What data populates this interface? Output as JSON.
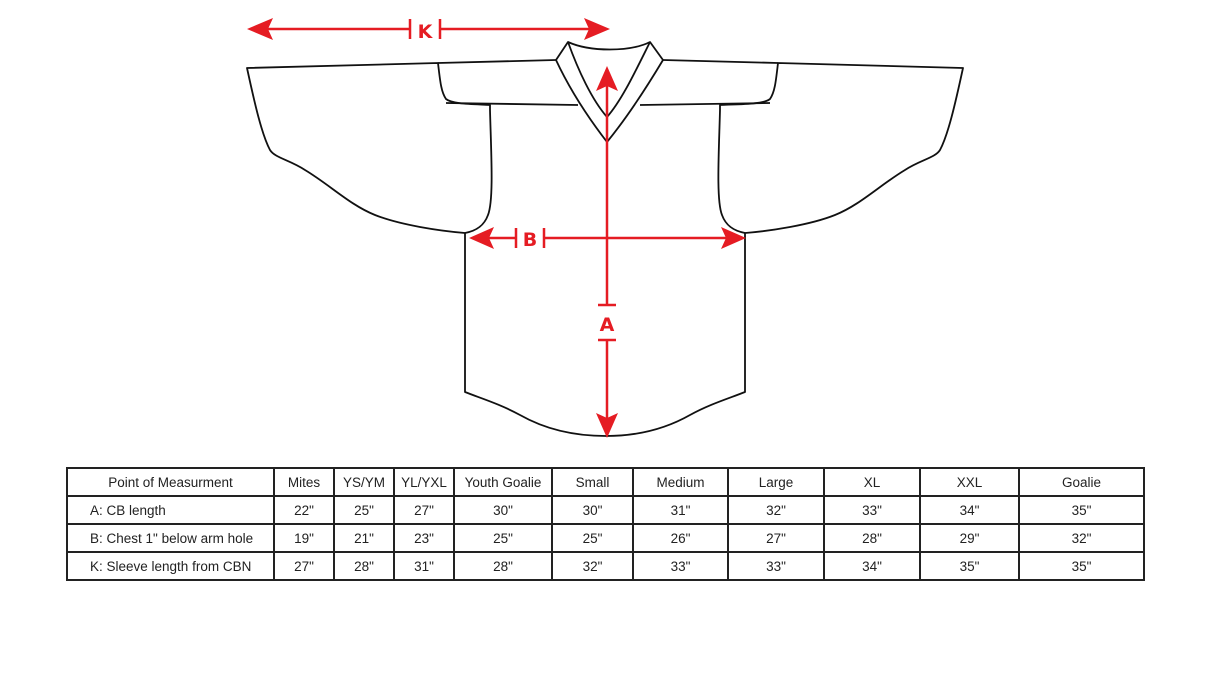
{
  "diagram": {
    "subject": "hockey jersey flat sketch",
    "accent_color": "#e51c23",
    "outline_color": "#111111",
    "labels": {
      "sleeve": "K",
      "chest": "B",
      "length": "A"
    }
  },
  "table": {
    "header": [
      "Point of Measurment",
      "Mites",
      "YS/YM",
      "YL/YXL",
      "Youth Goalie",
      "Small",
      "Medium",
      "Large",
      "XL",
      "XXL",
      "Goalie"
    ],
    "rows": [
      {
        "label": "A: CB length",
        "values": [
          "22\"",
          "25\"",
          "27\"",
          "30\"",
          "30\"",
          "31\"",
          "32\"",
          "33\"",
          "34\"",
          "35\""
        ]
      },
      {
        "label": "B: Chest 1\" below arm hole",
        "values": [
          "19\"",
          "21\"",
          "23\"",
          "25\"",
          "25\"",
          "26\"",
          "27\"",
          "28\"",
          "29\"",
          "32\""
        ]
      },
      {
        "label": "K: Sleeve length from CBN",
        "values": [
          "27\"",
          "28\"",
          "31\"",
          "28\"",
          "32\"",
          "33\"",
          "33\"",
          "34\"",
          "35\"",
          "35\""
        ]
      }
    ]
  }
}
